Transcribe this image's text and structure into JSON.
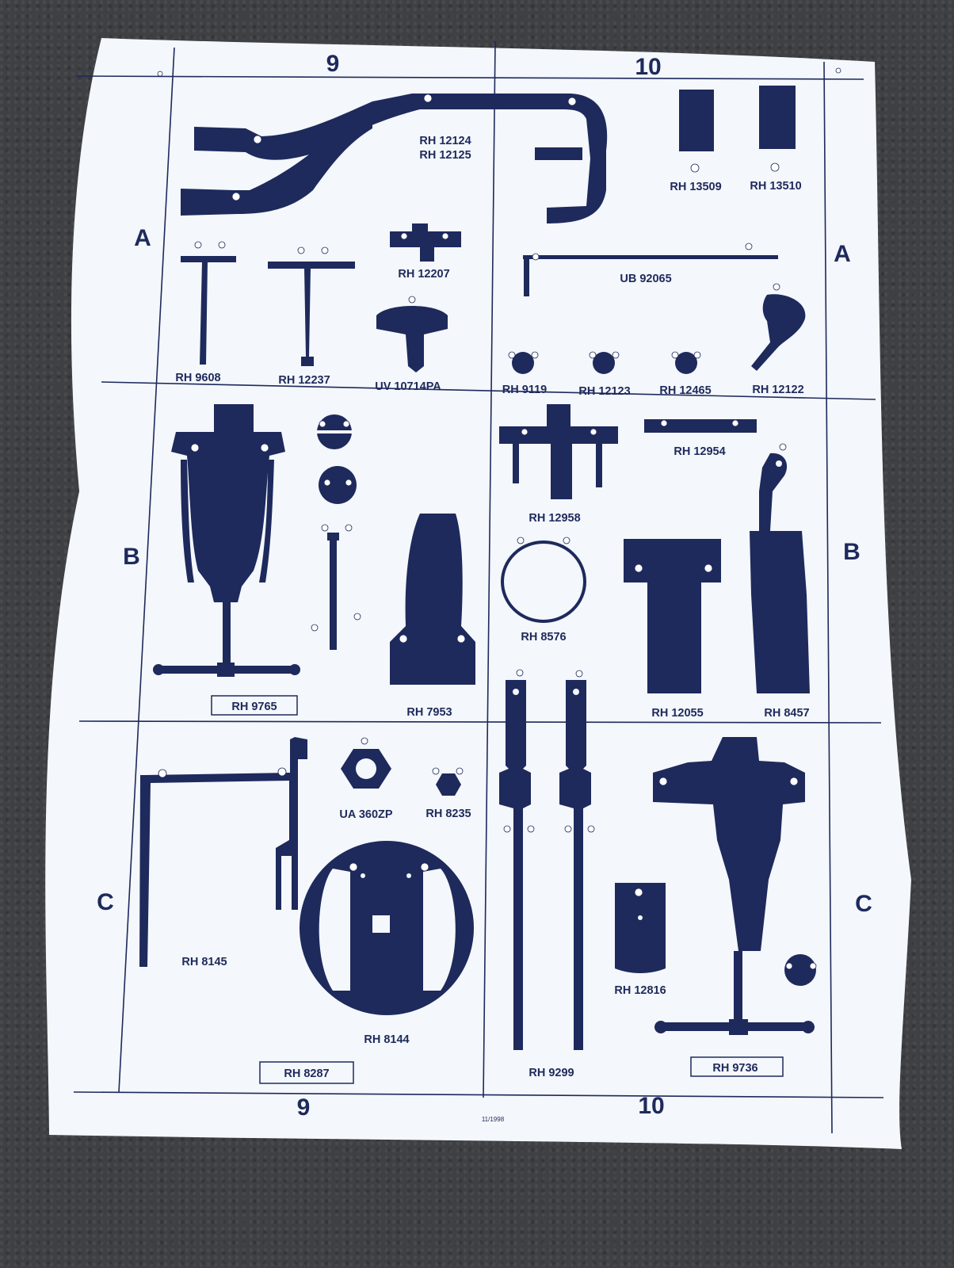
{
  "poster": {
    "columns": {
      "left": "9",
      "right": "10"
    },
    "rows": {
      "a": "A",
      "b": "B",
      "c": "C"
    },
    "footnote": "11/1998"
  },
  "parts": {
    "rh12124": "RH 12124",
    "rh12125": "RH 12125",
    "rh13509": "RH 13509",
    "rh13510": "RH 13510",
    "rh12207": "RH 12207",
    "ub92065": "UB 92065",
    "rh9608": "RH 9608",
    "rh12237": "RH 12237",
    "uv10714pa": "UV 10714PA",
    "rh9119": "RH 9119",
    "rh12123": "RH 12123",
    "rh12465": "RH 12465",
    "rh12122": "RH 12122",
    "rh12958": "RH 12958",
    "rh12954": "RH 12954",
    "rh8576": "RH 8576",
    "rh9765": "RH 9765",
    "rh7953": "RH 7953",
    "rh12055": "RH 12055",
    "rh8457": "RH 8457",
    "ua360zp": "UA 360ZP",
    "rh8235": "RH 8235",
    "rh8145": "RH 8145",
    "rh12816": "RH 12816",
    "rh8144": "RH 8144",
    "rh8287": "RH 8287",
    "rh9299": "RH 9299",
    "rh9736": "RH 9736"
  },
  "colors": {
    "ink": "#1e2a5c",
    "paper": "#f4f7fb",
    "ground": "#3e4044"
  }
}
